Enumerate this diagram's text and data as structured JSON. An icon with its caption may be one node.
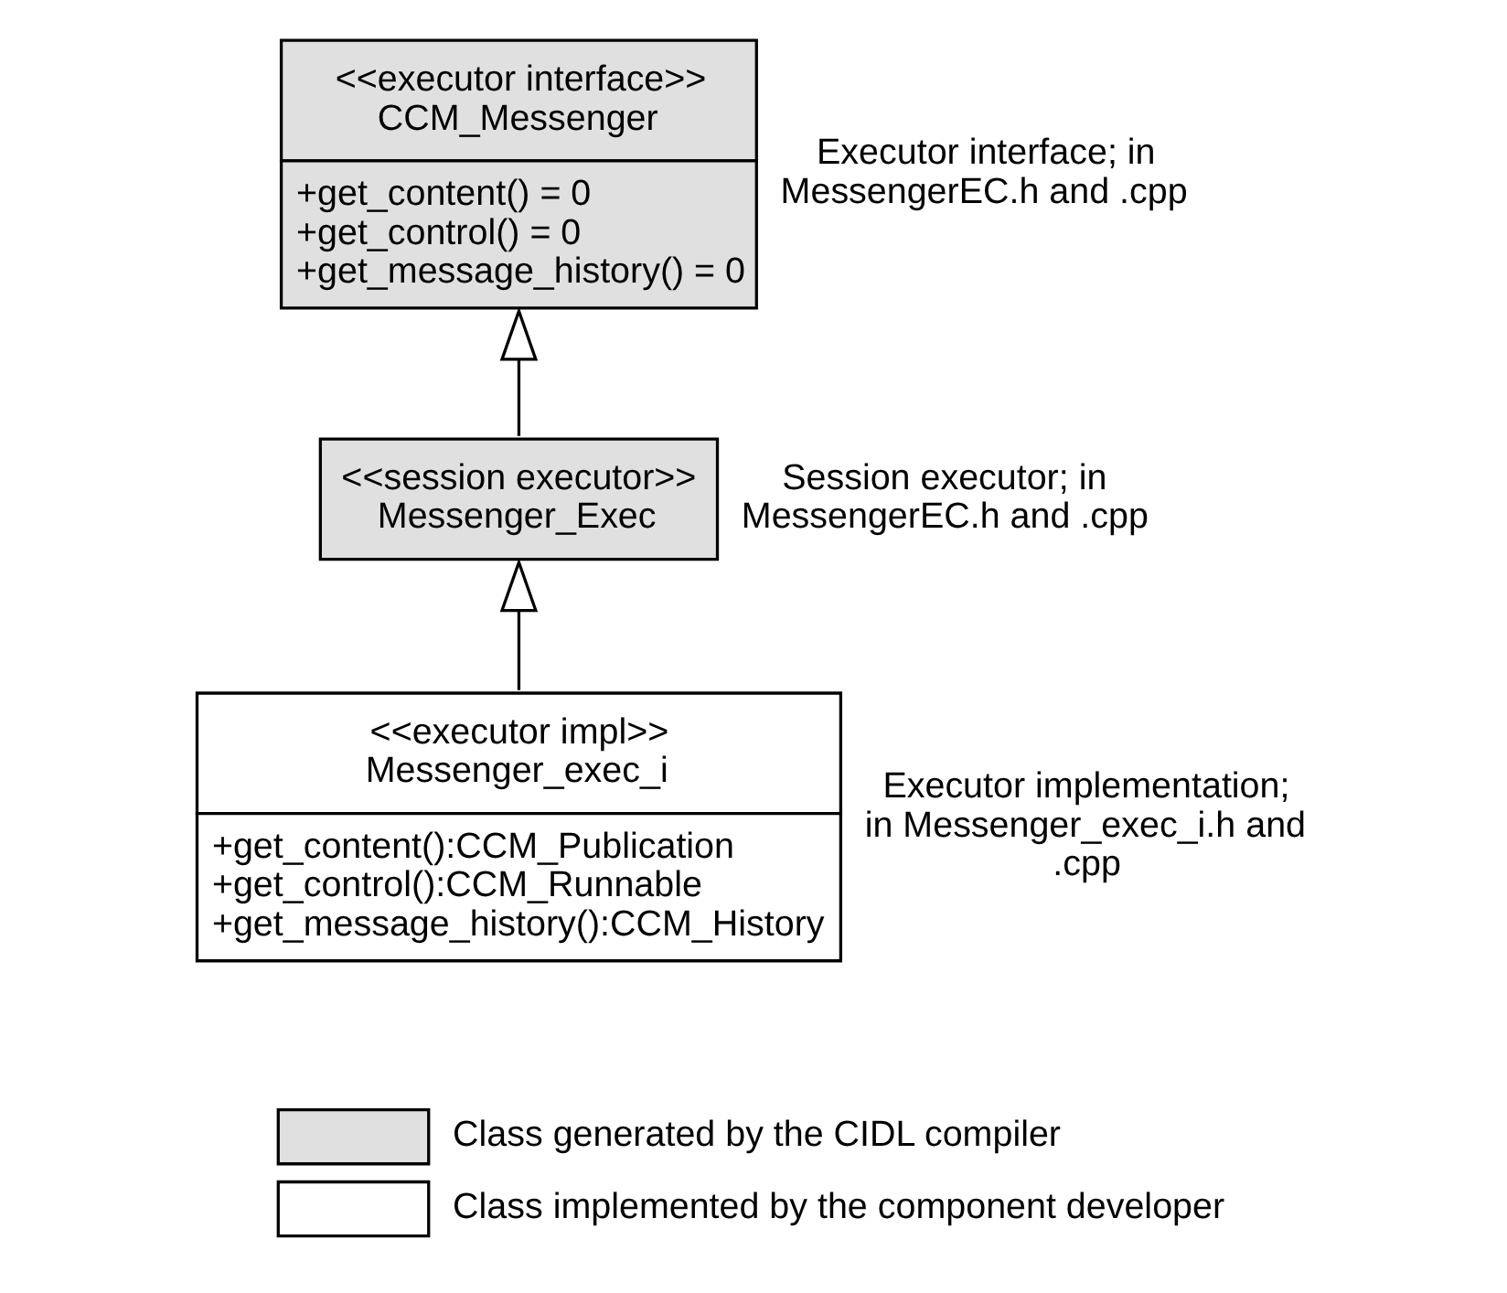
{
  "diagram": {
    "nodes": [
      {
        "text": [
          "<<executor interface>> CCM_Messenger",
          "+get_content() = 0",
          "+get_control() = 0",
          "+get_message_history() = 0"
        ],
        "beside": [
          "Executor interface; in MessengerEC.h and .cpp"
        ]
      },
      {
        "text": [
          "<<session executor>> Messenger_Exec"
        ],
        "beside": [
          "Session executor; in MessengerEC.h and .cpp"
        ]
      },
      {
        "text": [
          "<<executor impl>> Messenger_exec_i",
          "+get_content():CCM_Publication",
          "+get_control():CCM_Runnable",
          "+get_message_history():CCM_History"
        ],
        "beside": [
          "Executor implementation; in Messenger_exec_i.h and .cpp"
        ]
      }
    ],
    "edges": [
      {
        "from": 1,
        "to": 0,
        "arrow": "to"
      },
      {
        "from": 2,
        "to": 1,
        "arrow": "to"
      }
    ],
    "legend": [
      {
        "text": "Class generated by the CIDL compiler",
        "color": "#e0e0e0"
      },
      {
        "text": "Class implemented by the component developer",
        "color": "#ffffff"
      }
    ]
  }
}
